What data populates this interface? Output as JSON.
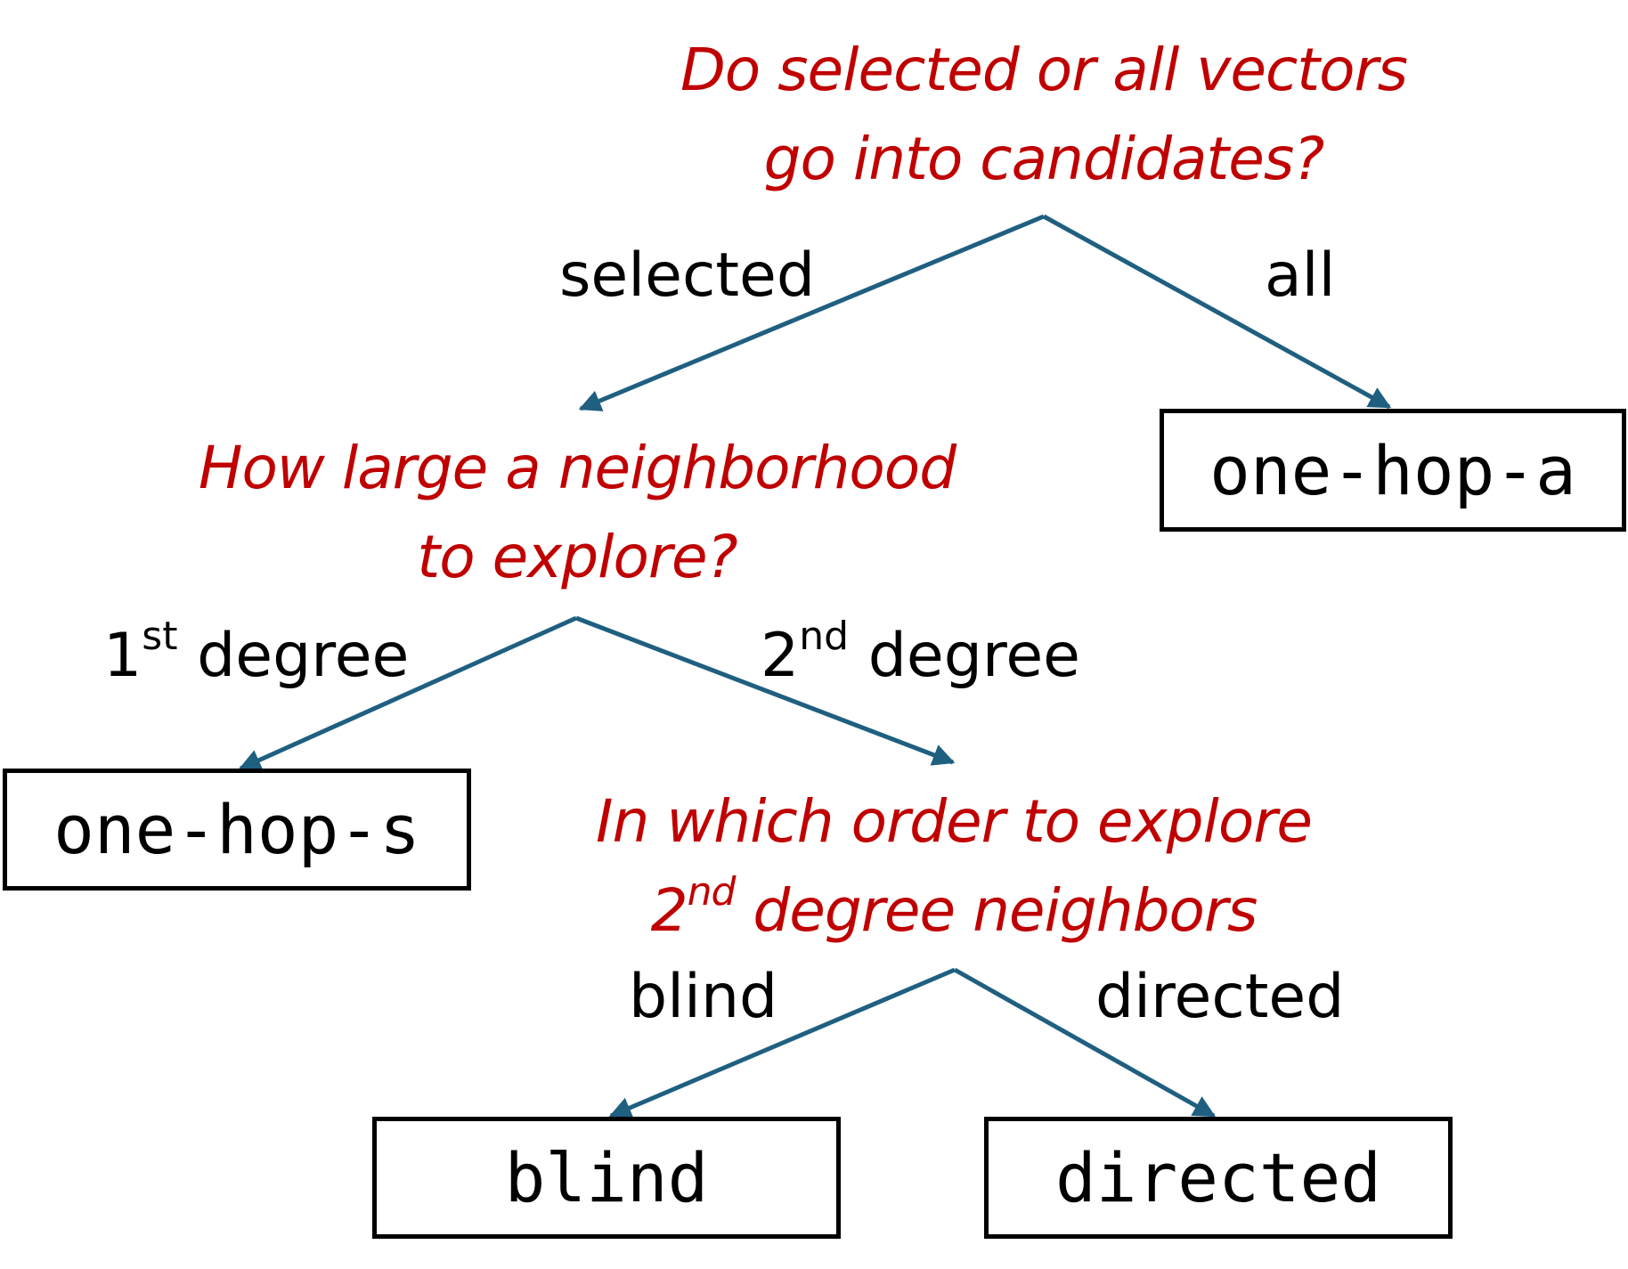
{
  "questions": {
    "q1": {
      "line1": "Do selected or all vectors",
      "line2": "go into candidates?"
    },
    "q2": {
      "line1": "How large a neighborhood",
      "line2": "to explore?"
    },
    "q3": {
      "line1": "In which order to explore",
      "line2_pre": "2",
      "line2_sup": "nd",
      "line2_post": " degree neighbors"
    }
  },
  "edge_labels": {
    "selected": "selected",
    "all": "all",
    "first_num": "1",
    "first_sup": "st",
    "first_text": " degree",
    "second_num": "2",
    "second_sup": "nd",
    "second_text": " degree",
    "blind": "blind",
    "directed": "directed"
  },
  "leaves": {
    "one_hop_a": "one-hop-a",
    "one_hop_s": "one-hop-s",
    "blind": "blind",
    "directed": "directed"
  },
  "colors": {
    "question_text": "#c00000",
    "edge": "#1f5f80",
    "label_text": "#000000",
    "box_border": "#000000"
  }
}
